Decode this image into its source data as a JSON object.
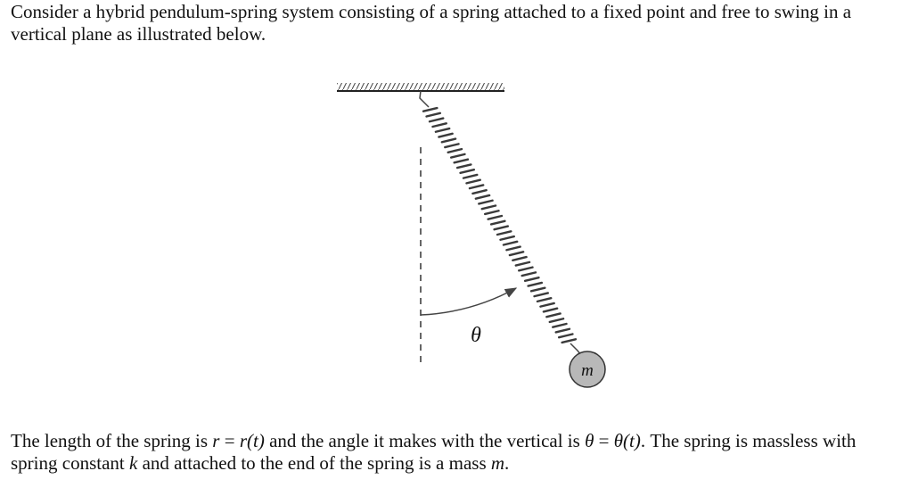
{
  "intro": {
    "text": "Consider a hybrid pendulum-spring system consisting of a spring attached to a fixed point and free to swing in a vertical plane as illustrated below."
  },
  "figure": {
    "theta_label": "θ",
    "mass_label": "m"
  },
  "outro": {
    "part1": "The length of the spring is ",
    "r": "r",
    "eq1": " = ",
    "r_t": "r(t)",
    "part2": " and the angle it makes with the vertical is ",
    "theta": "θ",
    "eq2": " = ",
    "theta_t": "θ(t)",
    "part3": ". The spring is massless with spring constant ",
    "k": "k",
    "part4": " and attached to the end of the spring is a mass ",
    "m": "m",
    "part5": "."
  }
}
